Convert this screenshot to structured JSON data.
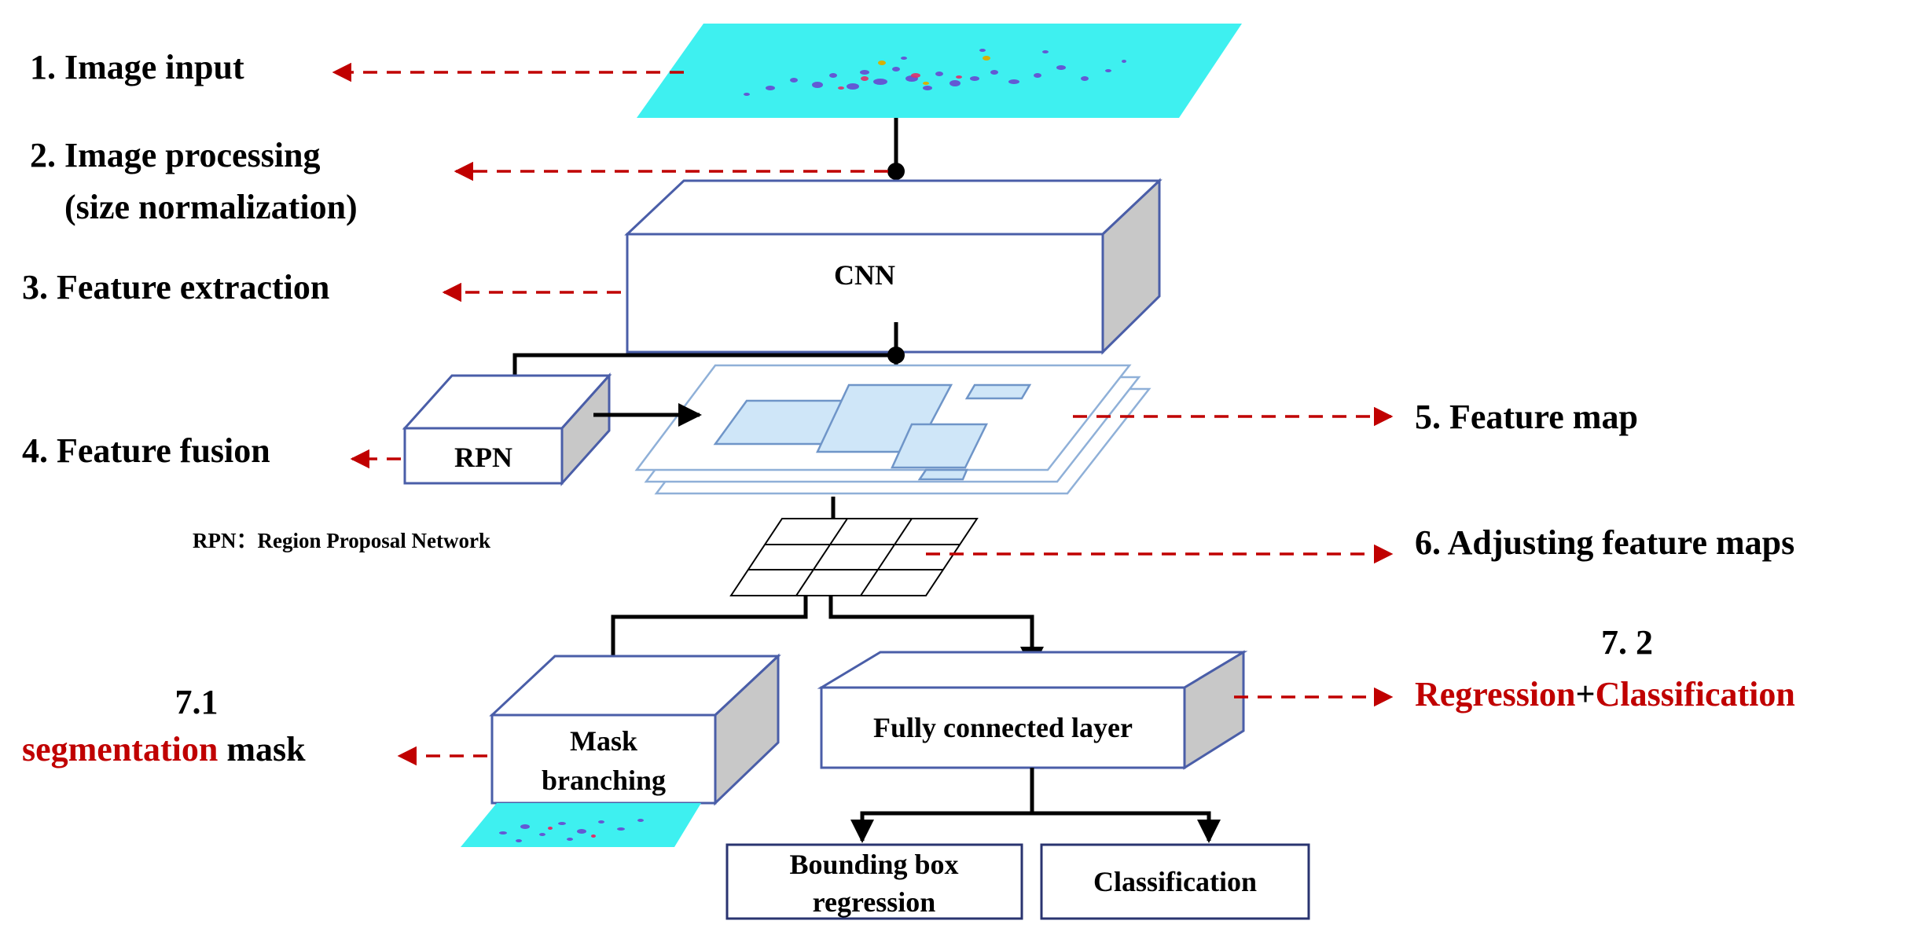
{
  "labels": {
    "step1": "1. Image input",
    "step2_line1": "2. Image processing",
    "step2_line2": "(size normalization)",
    "step3": "3. Feature extraction",
    "step4": "4. Feature fusion",
    "step5": "5. Feature map",
    "step6": "6. Adjusting feature maps",
    "step71_num": "7.1",
    "step71_red": "segmentation",
    "step71_black": " mask",
    "step72_num": "7. 2",
    "step72_red1": "Regression",
    "step72_plus": "+",
    "step72_red2": "Classification"
  },
  "boxes": {
    "cnn": "CNN",
    "rpn": "RPN",
    "rpn_note": "RPN：Region Proposal Network",
    "mask_line1": "Mask",
    "mask_line2": "branching",
    "fc": "Fully connected layer",
    "bbox_line1": "Bounding box",
    "bbox_line2": "regression",
    "classification": "Classification"
  },
  "colors": {
    "accent_red": "#c00000",
    "box_border": "#4a5ea8",
    "box_side": "#c8c8c8",
    "image_plane": "#3ef0f0",
    "feature_region": "#cfe6f8",
    "feature_border": "#8fb0d8"
  }
}
